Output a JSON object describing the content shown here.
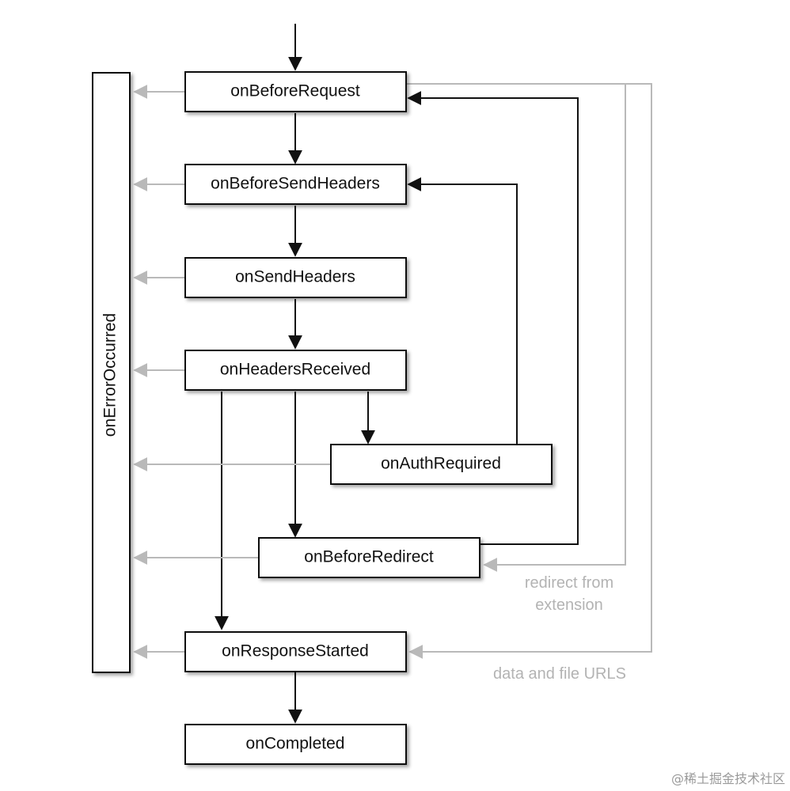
{
  "nodes": {
    "onBeforeRequest": "onBeforeRequest",
    "onBeforeSendHeaders": "onBeforeSendHeaders",
    "onSendHeaders": "onSendHeaders",
    "onHeadersReceived": "onHeadersReceived",
    "onAuthRequired": "onAuthRequired",
    "onBeforeRedirect": "onBeforeRedirect",
    "onResponseStarted": "onResponseStarted",
    "onCompleted": "onCompleted",
    "onErrorOccurred": "onErrorOccurred"
  },
  "labels": {
    "redirect_line1": "redirect from",
    "redirect_line2": "extension",
    "data_file_urls": "data and file URLS"
  },
  "watermark": "@稀土掘金技术社区",
  "colors": {
    "main_flow": "#111111",
    "side_flow": "#b9b9b9",
    "label_gray": "#b3b3b3"
  }
}
